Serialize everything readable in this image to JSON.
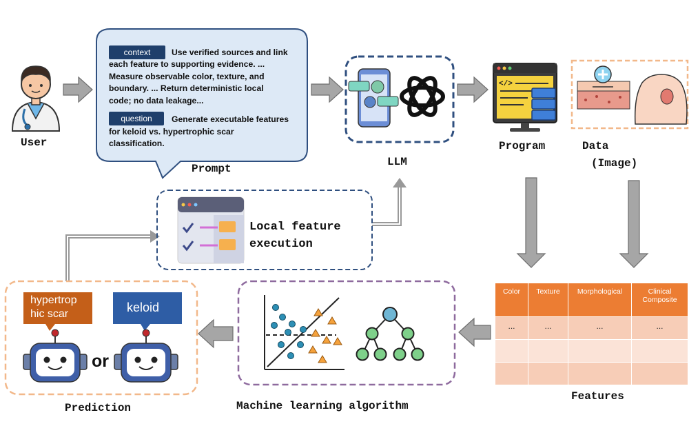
{
  "nodes": {
    "user": "User",
    "prompt": "Prompt",
    "llm": "LLM",
    "program": "Program",
    "data_line1": "Data",
    "data_line2": "(Image)",
    "local_feature_line1": "Local feature",
    "local_feature_line2": "execution",
    "features": "Features",
    "ml": "Machine learning algorithm",
    "prediction": "Prediction"
  },
  "prompt_box": {
    "context_tag": "context",
    "context_lines": [
      "Use verified sources and link",
      "each feature to supporting evidence. ...",
      "Measure observable color, texture, and",
      "boundary. ...  Return deterministic local",
      "code; no data leakage..."
    ],
    "question_tag": "question",
    "question_lines": [
      "Generate executable features",
      "for keloid vs. hypertrophic scar",
      "classification."
    ]
  },
  "features_table": {
    "headers": [
      "Color",
      "Texture",
      "Morphological",
      "Clinical Composite"
    ],
    "rows": [
      [
        "...",
        "...",
        "...",
        "..."
      ],
      [
        "",
        "",
        "",
        ""
      ],
      [
        "",
        "",
        "",
        ""
      ]
    ]
  },
  "prediction": {
    "label_a_line1": "hypertrop",
    "label_a_line2": "hic scar",
    "label_b": "keloid",
    "connector": "or"
  },
  "colors": {
    "arrow_gray": "#a6a6a6",
    "navy_dash": "#2f4f7f",
    "orange_dash": "#f2b88a",
    "purple_dash": "#8e6a9e",
    "table_header": "#ec7d33",
    "prompt_fill": "#dde9f6"
  }
}
